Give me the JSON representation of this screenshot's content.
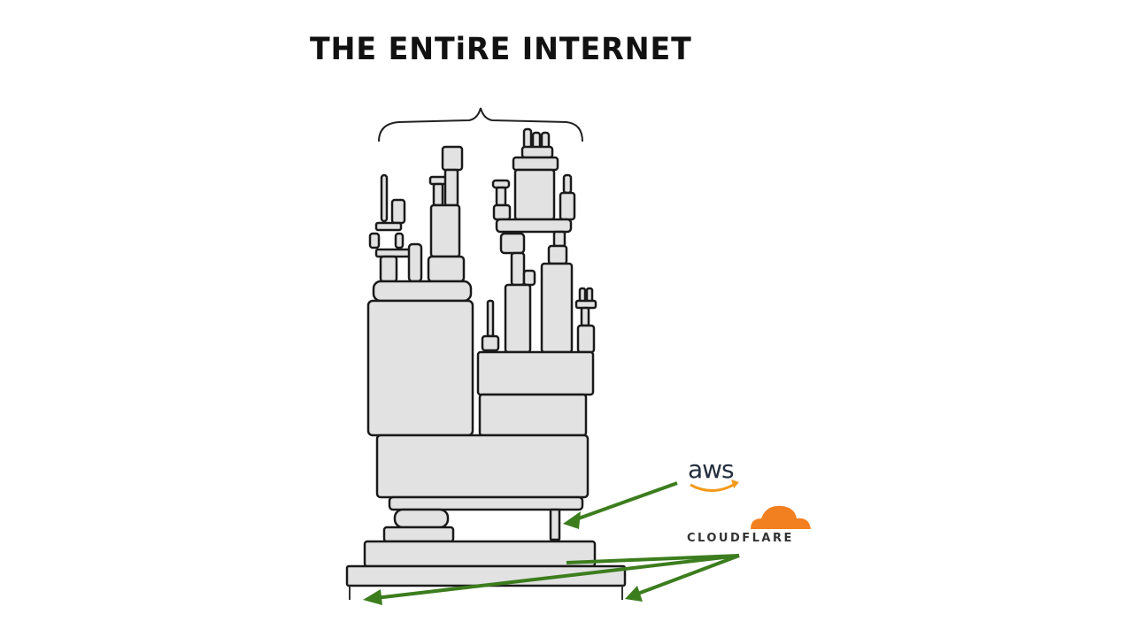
{
  "title": "THE ENTiRE INTERNET",
  "logos": {
    "aws": "aws",
    "cloudflare": "CLOUDFLARE"
  },
  "colors": {
    "arrow": "#3c7d1e",
    "block_fill": "#e2e2e2",
    "aws_smile": "#f29a1a",
    "cloudflare_orange": "#f38020"
  }
}
